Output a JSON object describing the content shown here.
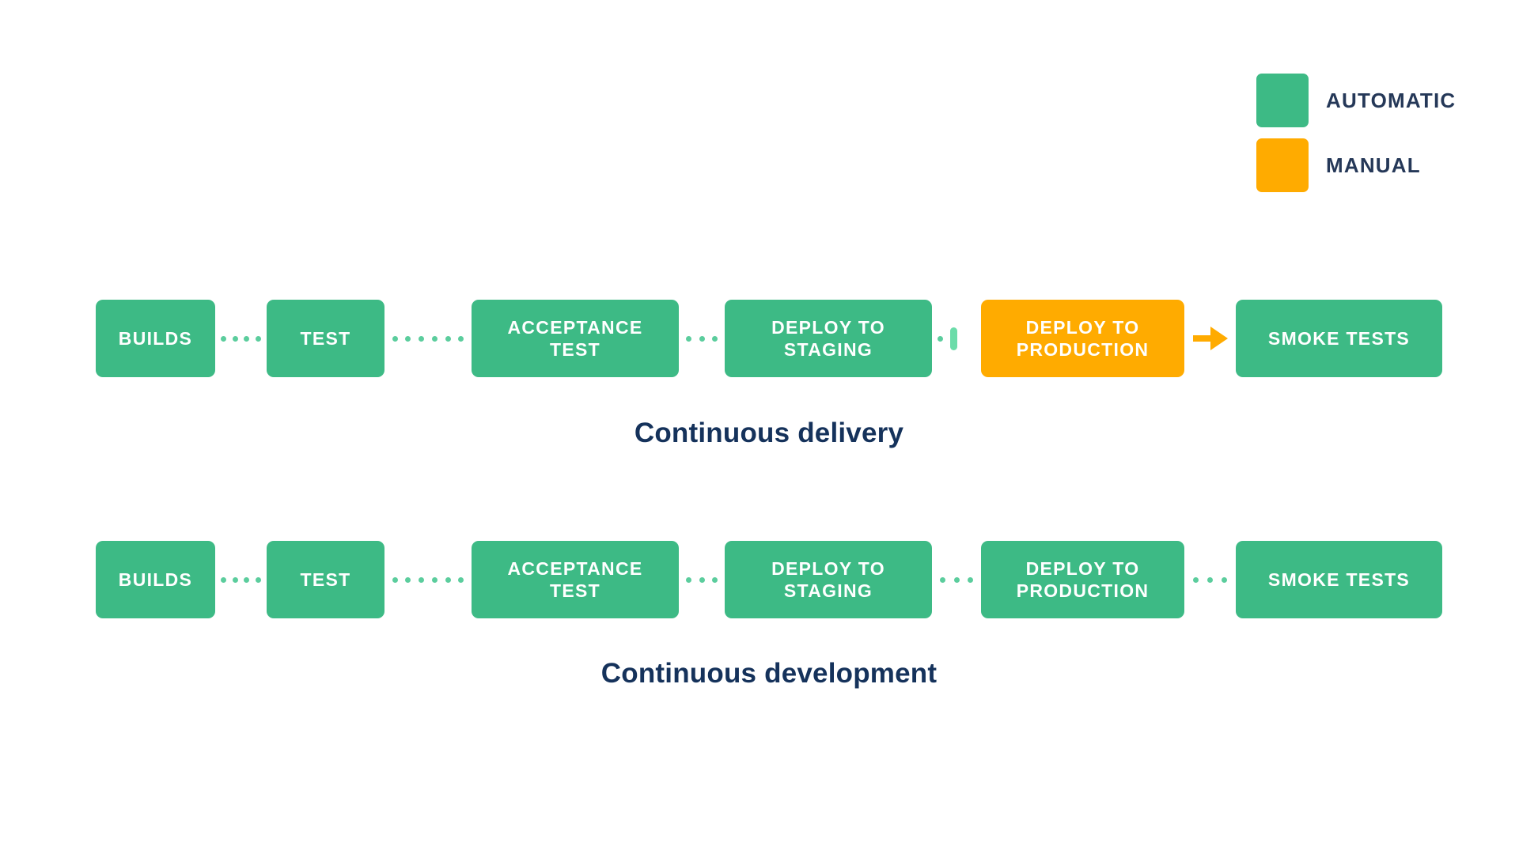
{
  "title": "Continuous delivery vs continuous development pipeline diagram",
  "colors": {
    "automatic": "#3DBA85",
    "manual": "#FFAB00",
    "connector_dot": "#5BCD9D",
    "pause_bar": "#6BDCA9",
    "arrow": "#FFAB00",
    "caption_text": "#15325B",
    "legend_text": "#253858",
    "node_text": "#FFFFFF"
  },
  "legend": {
    "items": [
      {
        "label": "AUTOMATIC",
        "type": "automatic"
      },
      {
        "label": "MANUAL",
        "type": "manual"
      }
    ]
  },
  "pipelines": [
    {
      "caption": "Continuous delivery",
      "nodes": [
        {
          "label": "BUILDS",
          "type": "automatic"
        },
        {
          "label": "TEST",
          "type": "automatic"
        },
        {
          "label": "ACCEPTANCE TEST",
          "type": "automatic"
        },
        {
          "label": "DEPLOY TO STAGING",
          "type": "automatic"
        },
        {
          "label": "DEPLOY TO PRODUCTION",
          "type": "manual"
        },
        {
          "label": "SMOKE TESTS",
          "type": "automatic"
        }
      ],
      "connectors": [
        {
          "type": "dots",
          "count": 4
        },
        {
          "type": "dots",
          "count": 6
        },
        {
          "type": "dots",
          "count": 3
        },
        {
          "type": "dot-pause",
          "count": 1
        },
        {
          "type": "arrow",
          "count": 1
        }
      ]
    },
    {
      "caption": "Continuous development",
      "nodes": [
        {
          "label": "BUILDS",
          "type": "automatic"
        },
        {
          "label": "TEST",
          "type": "automatic"
        },
        {
          "label": "ACCEPTANCE TEST",
          "type": "automatic"
        },
        {
          "label": "DEPLOY TO STAGING",
          "type": "automatic"
        },
        {
          "label": "DEPLOY TO PRODUCTION",
          "type": "automatic"
        },
        {
          "label": "SMOKE TESTS",
          "type": "automatic"
        }
      ],
      "connectors": [
        {
          "type": "dots",
          "count": 4
        },
        {
          "type": "dots",
          "count": 6
        },
        {
          "type": "dots",
          "count": 3
        },
        {
          "type": "dots",
          "count": 3
        },
        {
          "type": "dots",
          "count": 3
        }
      ]
    }
  ]
}
